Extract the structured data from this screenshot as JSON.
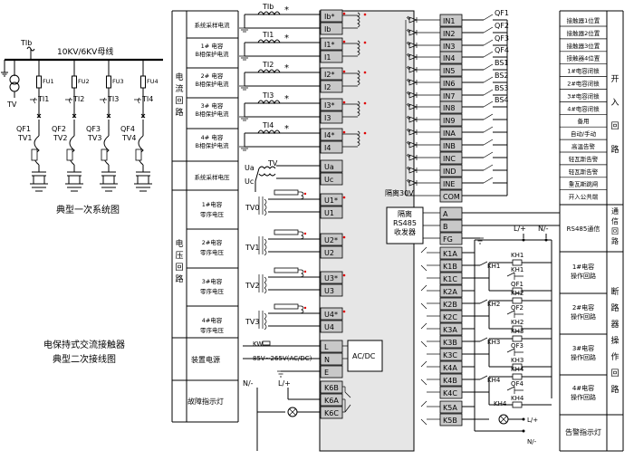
{
  "primary": {
    "bus": "10KV/6KV母线",
    "tib": "TIb",
    "tv": "TV",
    "fuses": [
      "FU1",
      "FU2",
      "FU3",
      "FU4"
    ],
    "tis": [
      "TI1",
      "TI2",
      "TI3",
      "TI4"
    ],
    "qfs": [
      "QF1",
      "QF2",
      "QF3",
      "QF4"
    ],
    "tvs": [
      "TV1",
      "TV2",
      "TV3",
      "TV4"
    ],
    "caption": "典型一次系统图"
  },
  "secondary_caption": [
    "电保持式交流接触器",
    "典型二次接线图"
  ],
  "left_table": {
    "group_current": "电流回路",
    "current_rows": [
      "系统采样电流",
      "1# 电容\nB相保护电流",
      "2# 电容\nB相保护电流",
      "3# 电容\nB相保护电流",
      "4# 电容\nB相保护电流"
    ],
    "voltage_sample": "系统采样电压",
    "group_voltage": "电压回路",
    "voltage_rows": [
      "1#电容\n零序电压",
      "2#电容\n零序电压",
      "3#电容\n零序电压",
      "4#电容\n零序电压"
    ],
    "power": "装置电源",
    "fault_lamp": "故障指示灯"
  },
  "ct_labels": [
    "TIb",
    "TI1",
    "TI2",
    "TI3",
    "TI4"
  ],
  "vt_labels": {
    "tv": "TV",
    "ua": "Ua",
    "uc": "Uc",
    "zero": [
      "TV0",
      "TV1",
      "TV2",
      "TV3"
    ]
  },
  "power_labels": {
    "supply": "85V~265V(AC/DC)",
    "kw": "KW",
    "neg": "N/-",
    "pos": "L/+"
  },
  "device": {
    "left_terminals": [
      "Ib*",
      "Ib",
      "I1*",
      "I1",
      "I2*",
      "I2",
      "I3*",
      "I3",
      "I4*",
      "I4",
      "Ua",
      "Uc",
      "U1*",
      "U1",
      "U2*",
      "U2",
      "U3*",
      "U3",
      "U4*",
      "U4",
      "L",
      "N",
      "E",
      "K6B",
      "K6A",
      "K6C"
    ],
    "ac_dc": "AC/DC",
    "isolation_30v": "隔离30V",
    "rs485": "隔离\nRS485\n收发器",
    "right_terminals": [
      "IN1",
      "IN2",
      "IN3",
      "IN4",
      "IN5",
      "IN6",
      "IN7",
      "IN8",
      "IN9",
      "INA",
      "INB",
      "INC",
      "IND",
      "INE",
      "COM",
      "A",
      "B",
      "FG",
      "K1A",
      "K1B",
      "K1C",
      "K2A",
      "K2B",
      "K2C",
      "K3A",
      "K3B",
      "K3C",
      "K4A",
      "K4B",
      "K4C",
      "K5A",
      "K5B"
    ]
  },
  "aux_contacts": [
    "QF1",
    "QF2",
    "QF3",
    "QF4",
    "BS1",
    "BS2",
    "BS3",
    "BS4"
  ],
  "bus_labels": {
    "pos": "L/+",
    "neg": "N/-",
    "pos2": "L/+",
    "neg2": "N/-"
  },
  "relay_labels": [
    "KH1",
    "KH1",
    "QF1",
    "KH2",
    "QF2",
    "KH2",
    "KH3",
    "QF3",
    "KH3",
    "KH4",
    "QF4",
    "KH4"
  ],
  "right_table": {
    "inputs": [
      "接触器1位置",
      "接触器2位置",
      "接触器3位置",
      "接触器4位置",
      "1#电容闭锁",
      "2#电容闭锁",
      "3#电容闭锁",
      "4#电容闭锁",
      "备用",
      "自动/手动",
      "高温告警",
      "轻瓦斯告警",
      "轻瓦斯告警",
      "重瓦斯跳闸",
      "开入公共端"
    ],
    "group_inputs": "开入回路",
    "rs485_label": "RS485通信",
    "group_comm": "通信回路",
    "ops": [
      "1#电容\n操作回路",
      "2#电容\n操作回路",
      "3#电容\n操作回路",
      "4#电容\n操作回路"
    ],
    "group_breaker": "断路器操作回路",
    "alarm": "告警指示灯"
  }
}
